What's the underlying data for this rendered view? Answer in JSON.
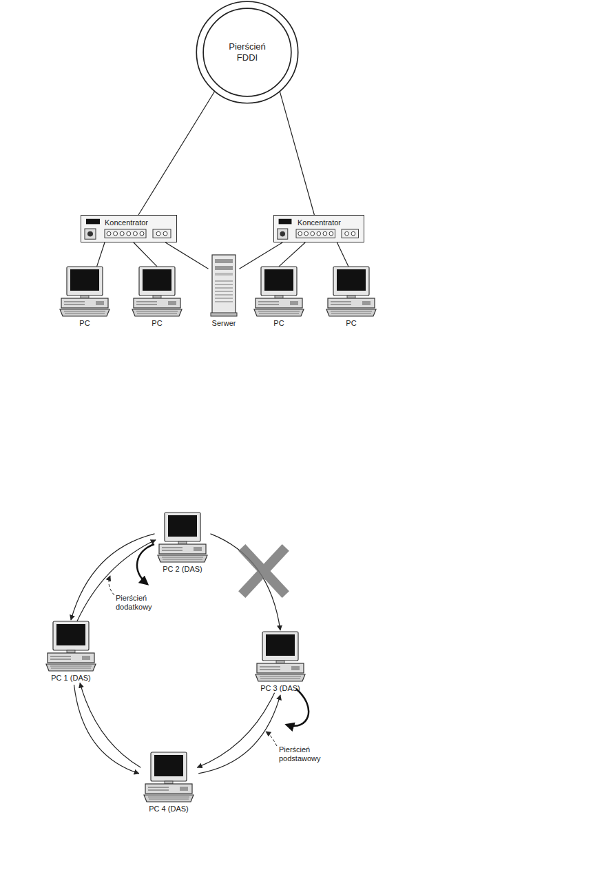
{
  "diagram": {
    "nodes": [
      {
        "text": [
          "Pierścień FDDI"
        ]
      },
      {
        "text": [
          "Koncentrator"
        ]
      },
      {
        "text": [
          "Koncentrator"
        ]
      },
      {
        "text": [
          "PC"
        ]
      },
      {
        "text": [
          "PC"
        ]
      },
      {
        "text": [
          "Serwer"
        ]
      },
      {
        "text": [
          "PC"
        ]
      },
      {
        "text": [
          "PC"
        ]
      },
      {
        "text": [
          "PC 2 (DAS)"
        ]
      },
      {
        "text": [
          "PC 1 (DAS)"
        ]
      },
      {
        "text": [
          "PC 3 (DAS)"
        ]
      },
      {
        "text": [
          "PC 4 (DAS)"
        ]
      }
    ],
    "edges": [
      {
        "from": 0,
        "to": 1,
        "arrow": "none"
      },
      {
        "from": 0,
        "to": 2,
        "arrow": "none"
      },
      {
        "from": 1,
        "to": 3,
        "arrow": "none"
      },
      {
        "from": 1,
        "to": 4,
        "arrow": "none"
      },
      {
        "from": 1,
        "to": 5,
        "arrow": "none"
      },
      {
        "from": 2,
        "to": 5,
        "arrow": "none"
      },
      {
        "from": 2,
        "to": 6,
        "arrow": "none"
      },
      {
        "from": 2,
        "to": 7,
        "arrow": "none"
      },
      {
        "from": 8,
        "to": 9,
        "arrow": "both"
      },
      {
        "from": 9,
        "to": 11,
        "arrow": "both"
      },
      {
        "from": 11,
        "to": 10,
        "arrow": "both"
      },
      {
        "from": 8,
        "to": 10,
        "arrow": "to"
      }
    ],
    "labels": [
      "Pierścień dodatkowy",
      "Pierścień podstawowy"
    ]
  }
}
